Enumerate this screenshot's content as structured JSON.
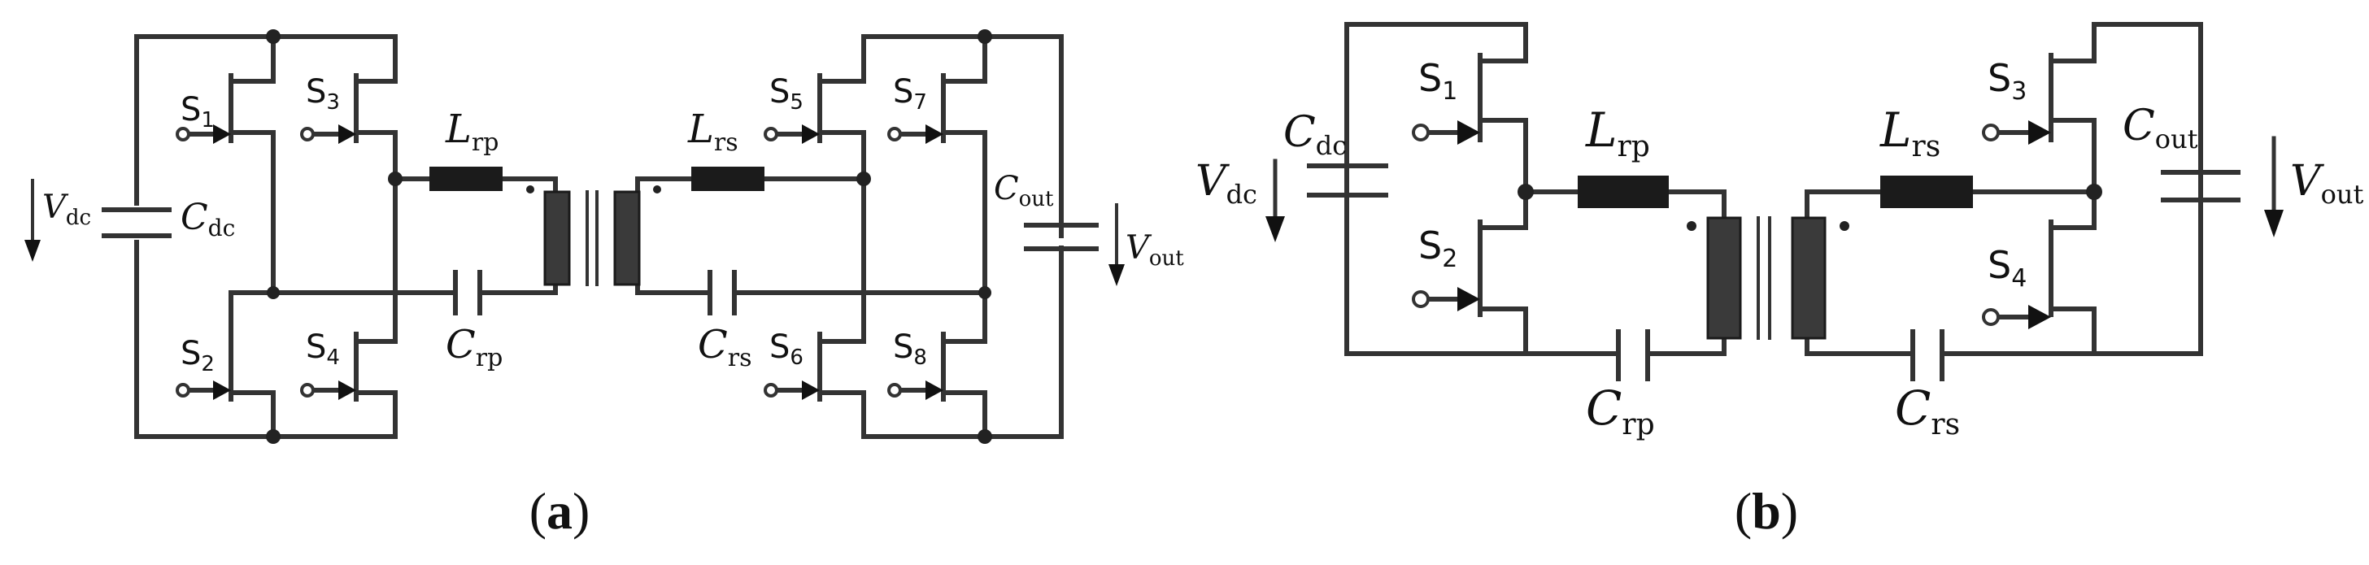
{
  "diagrams": [
    {
      "id": "a",
      "caption": "a",
      "labels": {
        "vdc": "V",
        "vdc_sub": "dc",
        "cdc": "C",
        "cdc_sub": "dc",
        "lrp": "L",
        "lrp_sub": "rp",
        "lrs": "L",
        "lrs_sub": "rs",
        "crp": "C",
        "crp_sub": "rp",
        "crs": "C",
        "crs_sub": "rs",
        "cout": "C",
        "cout_sub": "out",
        "vout": "V",
        "vout_sub": "out"
      },
      "switches": [
        {
          "name": "S",
          "sub": "1"
        },
        {
          "name": "S",
          "sub": "3"
        },
        {
          "name": "S",
          "sub": "2"
        },
        {
          "name": "S",
          "sub": "4"
        },
        {
          "name": "S",
          "sub": "5"
        },
        {
          "name": "S",
          "sub": "7"
        },
        {
          "name": "S",
          "sub": "6"
        },
        {
          "name": "S",
          "sub": "8"
        }
      ]
    },
    {
      "id": "b",
      "caption": "b",
      "labels": {
        "vdc": "V",
        "vdc_sub": "dc",
        "cdc": "C",
        "cdc_sub": "dc",
        "lrp": "L",
        "lrp_sub": "rp",
        "lrs": "L",
        "lrs_sub": "rs",
        "crp": "C",
        "crp_sub": "rp",
        "crs": "C",
        "crs_sub": "rs",
        "cout": "C",
        "cout_sub": "out",
        "vout": "V",
        "vout_sub": "out"
      },
      "switches": [
        {
          "name": "S",
          "sub": "1"
        },
        {
          "name": "S",
          "sub": "2"
        },
        {
          "name": "S",
          "sub": "3"
        },
        {
          "name": "S",
          "sub": "4"
        }
      ]
    }
  ]
}
